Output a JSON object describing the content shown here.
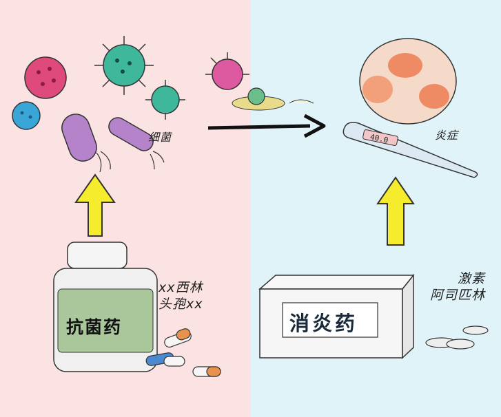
{
  "labels": {
    "bacteria": "细菌",
    "inflammation": "炎症",
    "antibiotic_examples": [
      "xx西林",
      "头孢xx"
    ],
    "antiinflammatory_examples": [
      "激素",
      "阿司匹林"
    ],
    "antibiotic_drug": "抗菌药",
    "antiinflammatory_drug": "消炎药",
    "thermometer_reading": "40.0"
  },
  "colors": {
    "left_background": "#fbe3e3",
    "right_background": "#dff3f8",
    "arrow_fill": "#f4ec2c",
    "bottle_label": "#a9c79a"
  },
  "icons": [
    "virus-icon",
    "bacterium-icon",
    "arrow-right-icon",
    "arrow-up-icon",
    "inflamed-skin-icon",
    "thermometer-icon",
    "pill-bottle-icon",
    "capsule-icon",
    "medicine-box-icon",
    "tablet-icon"
  ]
}
